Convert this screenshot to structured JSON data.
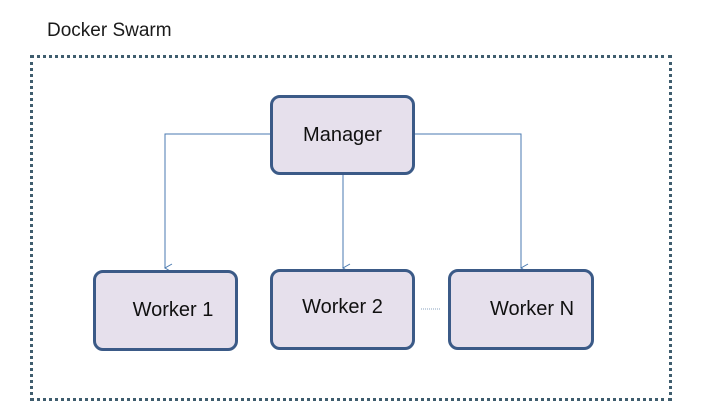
{
  "diagram": {
    "title": "Docker Swarm",
    "nodes": {
      "manager": "Manager",
      "worker_1": "Worker 1",
      "worker_2": "Worker 2",
      "worker_n": "Worker N"
    },
    "edges": [
      {
        "from": "Manager",
        "to": "Worker 1"
      },
      {
        "from": "Manager",
        "to": "Worker 2"
      },
      {
        "from": "Manager",
        "to": "Worker N"
      }
    ],
    "colors": {
      "node_fill": "#e6e0ec",
      "node_border": "#3b5a87",
      "connector": "#4a7ab0",
      "swarm_border": "#3f5d6e"
    }
  }
}
